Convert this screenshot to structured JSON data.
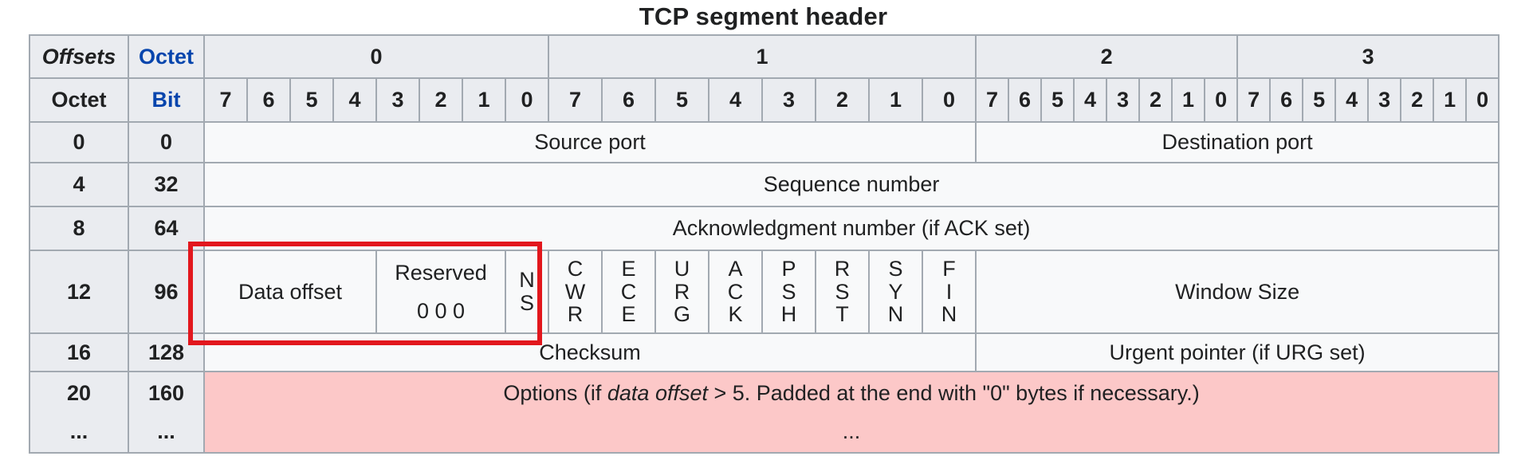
{
  "title": "TCP segment header",
  "colors": {
    "header_bg": "#eaecf0",
    "cell_bg": "#f8f9fa",
    "border_gray": "#a2a9b1",
    "link_blue": "#0645ad",
    "options_pink": "#fcc8c8",
    "annotation_red": "#e2171d",
    "text": "#202122"
  },
  "header": {
    "offsets_label": "Offsets",
    "octet_link": "Octet",
    "octet_label": "Octet",
    "bit_link": "Bit",
    "octet_groups": [
      "0",
      "1",
      "2",
      "3"
    ],
    "bit_labels": [
      "7",
      "6",
      "5",
      "4",
      "3",
      "2",
      "1",
      "0"
    ]
  },
  "rows": {
    "r0": {
      "octet": "0",
      "bit": "0",
      "source_port": "Source port",
      "destination_port": "Destination port"
    },
    "r4": {
      "octet": "4",
      "bit": "32",
      "label": "Sequence number"
    },
    "r8": {
      "octet": "8",
      "bit": "64",
      "label": "Acknowledgment number (if ACK set)"
    },
    "r12": {
      "octet": "12",
      "bit": "96",
      "data_offset": "Data offset",
      "reserved": "Reserved\n0 0 0",
      "ns": "N\nS",
      "flags": [
        "C\nW\nR",
        "E\nC\nE",
        "U\nR\nG",
        "A\nC\nK",
        "P\nS\nH",
        "R\nS\nT",
        "S\nY\nN",
        "F\nI\nN"
      ],
      "window_size": "Window Size"
    },
    "r16": {
      "octet": "16",
      "bit": "128",
      "checksum": "Checksum",
      "urgent_pointer": "Urgent pointer (if URG set)"
    },
    "r20": {
      "octet": "20\n...",
      "bit": "160\n...",
      "options_prefix": "Options (if ",
      "options_italic": "data offset",
      "options_suffix": " > 5. Padded at the end with \"0\" bytes if necessary.)",
      "options_more": "..."
    }
  },
  "annotation": {
    "description": "red highlight box around Data offset, Reserved and NS fields"
  }
}
